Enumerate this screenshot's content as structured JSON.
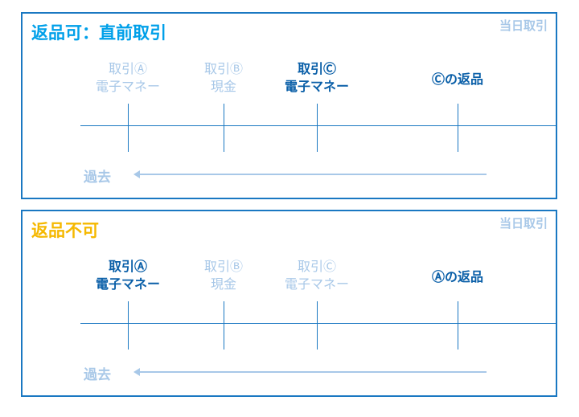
{
  "colors": {
    "border": "#1a78c2",
    "title_ok": "#00a0e9",
    "title_ng": "#f5b800",
    "faded": "#a8c8e8",
    "active": "#0a5fa8"
  },
  "panels": [
    {
      "title": "返品可：直前取引",
      "today": "当日取引",
      "past": "過去",
      "items": [
        {
          "line1": "取引Ⓐ",
          "line2": "電子マネー",
          "state": "faded"
        },
        {
          "line1": "取引Ⓑ",
          "line2": "現金",
          "state": "faded"
        },
        {
          "line1": "取引Ⓒ",
          "line2": "電子マネー",
          "state": "active"
        },
        {
          "line1": "Ⓒの返品",
          "line2": "",
          "state": "active"
        }
      ]
    },
    {
      "title": "返品不可",
      "today": "当日取引",
      "past": "過去",
      "items": [
        {
          "line1": "取引Ⓐ",
          "line2": "電子マネー",
          "state": "active"
        },
        {
          "line1": "取引Ⓑ",
          "line2": "現金",
          "state": "faded"
        },
        {
          "line1": "取引Ⓒ",
          "line2": "電子マネー",
          "state": "faded"
        },
        {
          "line1": "Ⓐの返品",
          "line2": "",
          "state": "active"
        }
      ]
    }
  ]
}
